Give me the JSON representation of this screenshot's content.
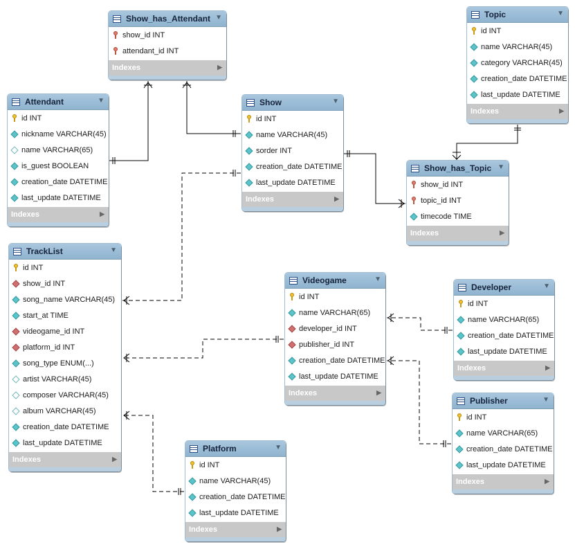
{
  "colors": {
    "header": "#98bbd6",
    "indexes_bar": "#c8c8c8",
    "line": "#000000"
  },
  "icons": {
    "table": "table-icon",
    "primary_key": "key-icon",
    "foreign_key": "red-diamond-icon",
    "not_null": "filled-diamond-icon",
    "nullable": "hollow-diamond-icon"
  },
  "tables": {
    "show_has_attendant": {
      "name": "Show_has_Attendant",
      "indexes": "Indexes",
      "columns": [
        {
          "icon": "pkfk",
          "text": "show_id INT"
        },
        {
          "icon": "pkfk",
          "text": "attendant_id INT"
        }
      ]
    },
    "attendant": {
      "name": "Attendant",
      "indexes": "Indexes",
      "columns": [
        {
          "icon": "pk",
          "text": "id INT"
        },
        {
          "icon": "nn",
          "text": "nickname VARCHAR(45)"
        },
        {
          "icon": "nl",
          "text": "name VARCHAR(65)"
        },
        {
          "icon": "nn",
          "text": "is_guest BOOLEAN"
        },
        {
          "icon": "nn",
          "text": "creation_date DATETIME"
        },
        {
          "icon": "nn",
          "text": "last_update DATETIME"
        }
      ]
    },
    "show": {
      "name": "Show",
      "indexes": "Indexes",
      "columns": [
        {
          "icon": "pk",
          "text": "id INT"
        },
        {
          "icon": "nn",
          "text": "name VARCHAR(45)"
        },
        {
          "icon": "nn",
          "text": "sorder INT"
        },
        {
          "icon": "nn",
          "text": "creation_date DATETIME"
        },
        {
          "icon": "nn",
          "text": "last_update DATETIME"
        }
      ]
    },
    "topic": {
      "name": "Topic",
      "indexes": "Indexes",
      "columns": [
        {
          "icon": "pk",
          "text": "id INT"
        },
        {
          "icon": "nn",
          "text": "name VARCHAR(45)"
        },
        {
          "icon": "nn",
          "text": "category VARCHAR(45)"
        },
        {
          "icon": "nn",
          "text": "creation_date DATETIME"
        },
        {
          "icon": "nn",
          "text": "last_update DATETIME"
        }
      ]
    },
    "show_has_topic": {
      "name": "Show_has_Topic",
      "indexes": "Indexes",
      "columns": [
        {
          "icon": "pkfk",
          "text": "show_id INT"
        },
        {
          "icon": "pkfk",
          "text": "topic_id INT"
        },
        {
          "icon": "nn",
          "text": "timecode TIME"
        }
      ]
    },
    "tracklist": {
      "name": "TrackList",
      "indexes": "Indexes",
      "columns": [
        {
          "icon": "pk",
          "text": "id INT"
        },
        {
          "icon": "fk",
          "text": "show_id INT"
        },
        {
          "icon": "nn",
          "text": "song_name VARCHAR(45)"
        },
        {
          "icon": "nn",
          "text": "start_at TIME"
        },
        {
          "icon": "fk",
          "text": "videogame_id INT"
        },
        {
          "icon": "fk",
          "text": "platform_id INT"
        },
        {
          "icon": "nn",
          "text": "song_type ENUM(...)"
        },
        {
          "icon": "nl",
          "text": "artist VARCHAR(45)"
        },
        {
          "icon": "nl",
          "text": "composer VARCHAR(45)"
        },
        {
          "icon": "nl",
          "text": "album VARCHAR(45)"
        },
        {
          "icon": "nn",
          "text": "creation_date DATETIME"
        },
        {
          "icon": "nn",
          "text": "last_update DATETIME"
        }
      ]
    },
    "videogame": {
      "name": "Videogame",
      "indexes": "Indexes",
      "columns": [
        {
          "icon": "pk",
          "text": "id INT"
        },
        {
          "icon": "nn",
          "text": "name VARCHAR(65)"
        },
        {
          "icon": "fk",
          "text": "developer_id INT"
        },
        {
          "icon": "fk",
          "text": "publisher_id INT"
        },
        {
          "icon": "nn",
          "text": "creation_date DATETIME"
        },
        {
          "icon": "nn",
          "text": "last_update DATETIME"
        }
      ]
    },
    "developer": {
      "name": "Developer",
      "indexes": "Indexes",
      "columns": [
        {
          "icon": "pk",
          "text": "id INT"
        },
        {
          "icon": "nn",
          "text": "name VARCHAR(65)"
        },
        {
          "icon": "nn",
          "text": "creation_date DATETIME"
        },
        {
          "icon": "nn",
          "text": "last_update DATETIME"
        }
      ]
    },
    "publisher": {
      "name": "Publisher",
      "indexes": "Indexes",
      "columns": [
        {
          "icon": "pk",
          "text": "id INT"
        },
        {
          "icon": "nn",
          "text": "name VARCHAR(65)"
        },
        {
          "icon": "nn",
          "text": "creation_date DATETIME"
        },
        {
          "icon": "nn",
          "text": "last_update DATETIME"
        }
      ]
    },
    "platform": {
      "name": "Platform",
      "indexes": "Indexes",
      "columns": [
        {
          "icon": "pk",
          "text": "id INT"
        },
        {
          "icon": "nn",
          "text": "name VARCHAR(45)"
        },
        {
          "icon": "nn",
          "text": "creation_date DATETIME"
        },
        {
          "icon": "nn",
          "text": "last_update DATETIME"
        }
      ]
    }
  }
}
